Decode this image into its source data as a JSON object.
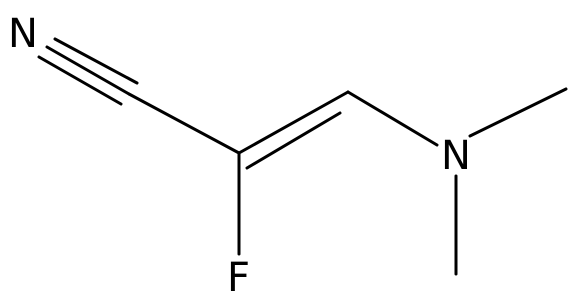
{
  "molecule": {
    "atoms": [
      {
        "id": "n_nitrile",
        "element": "N"
      },
      {
        "id": "c_nitrile",
        "element": "C"
      },
      {
        "id": "c_alpha",
        "element": "C"
      },
      {
        "id": "c_beta",
        "element": "C"
      },
      {
        "id": "n_amine",
        "element": "N"
      },
      {
        "id": "c_methyl_1",
        "element": "C"
      },
      {
        "id": "c_methyl_2",
        "element": "C"
      },
      {
        "id": "f",
        "element": "F"
      }
    ],
    "bonds": [
      {
        "from": "n_nitrile",
        "to": "c_nitrile",
        "order": 3
      },
      {
        "from": "c_nitrile",
        "to": "c_alpha",
        "order": 1
      },
      {
        "from": "c_alpha",
        "to": "c_beta",
        "order": 2
      },
      {
        "from": "c_alpha",
        "to": "f",
        "order": 1
      },
      {
        "from": "c_beta",
        "to": "n_amine",
        "order": 1
      },
      {
        "from": "n_amine",
        "to": "c_methyl_1",
        "order": 1
      },
      {
        "from": "n_amine",
        "to": "c_methyl_2",
        "order": 1
      }
    ]
  },
  "labels": {
    "nitrile_n": "N",
    "amine_n": "N",
    "fluorine": "F"
  },
  "colors": {
    "line": "#000000",
    "background": "#ffffff"
  }
}
